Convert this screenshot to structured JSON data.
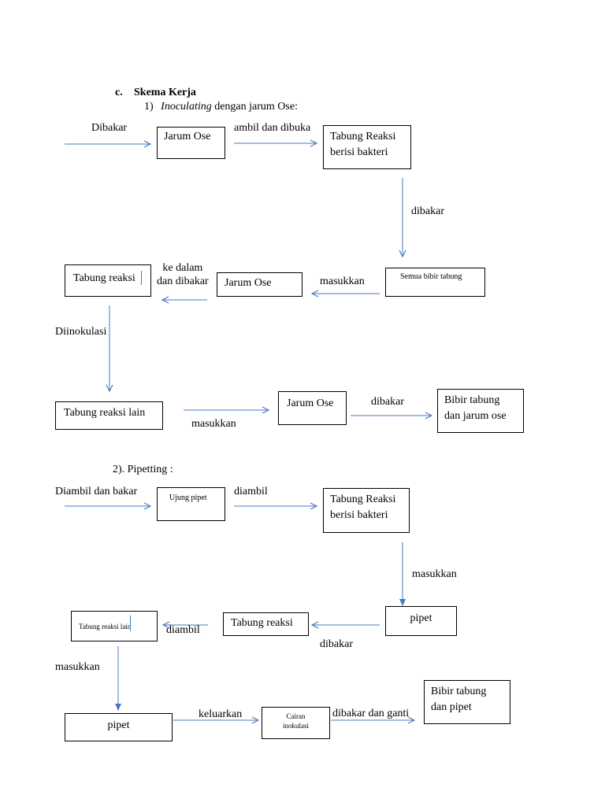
{
  "section": {
    "letter": "c.",
    "title": "Skema Kerja",
    "sub1_number": "1)",
    "sub1_italic": "Inoculating",
    "sub1_rest": " dengan jarum Ose:",
    "sub2": "2). Pipetting :"
  },
  "flow1": {
    "label_dibakar_start": "Dibakar",
    "box_jarum_ose_1": "Jarum Ose",
    "label_ambil_dibuka": "ambil dan dibuka",
    "box_tabung_reaksi_bakteri": [
      "Tabung Reaksi",
      "berisi bakteri"
    ],
    "label_dibakar_down": "dibakar",
    "box_semua_bibir": "Semua bibir tabung",
    "label_masukkan_1": "masukkan",
    "box_jarum_ose_2": "Jarum Ose",
    "label_ke_dalam": [
      "ke dalam",
      "dan dibakar"
    ],
    "box_tabung_reaksi": "Tabung reaksi",
    "label_diinokulasi": "Diinokulasi",
    "box_tabung_reaksi_lain": "Tabung reaksi lain",
    "label_masukkan_2": "masukkan",
    "box_jarum_ose_3": "Jarum Ose",
    "label_dibakar_3": "dibakar",
    "box_bibir_jarum": [
      "Bibir tabung",
      "dan jarum ose"
    ]
  },
  "flow2": {
    "label_diambil_bakar": "Diambil dan bakar",
    "box_ujung_pipet": "Ujung pipet",
    "label_diambil_1": "diambil",
    "box_tabung_reaksi_bakteri": [
      "Tabung Reaksi",
      "berisi bakteri"
    ],
    "label_masukkan_down": "masukkan",
    "box_pipet_1": "pipet",
    "label_dibakar": "dibakar",
    "box_tabung_reaksi": "Tabung reaksi",
    "label_diambil_2": "diambil",
    "box_tabung_reaksi_lain": "Tabung reaksi lain",
    "label_masukkan_left": "masukkan",
    "box_pipet_2": "pipet",
    "label_keluarkan": "keluarkan",
    "box_cairan": [
      "Cairan",
      "inokulasi"
    ],
    "label_dibakar_ganti": "dibakar dan ganti",
    "box_bibir_pipet": [
      "Bibir tabung",
      "dan pipet"
    ]
  },
  "colors": {
    "arrow": "#4a78c2",
    "border": "#000000"
  }
}
